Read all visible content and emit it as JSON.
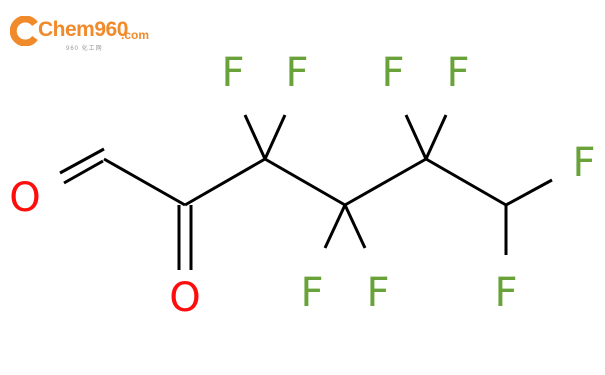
{
  "logo": {
    "main_text": "Chem960",
    "suffix_text": ".com",
    "sub_text": "960 化工网",
    "brand_color": "#f08a2a"
  },
  "molecule": {
    "colors": {
      "bond": "#000000",
      "oxygen": "#ff0d0d",
      "fluorine": "#6aa23a"
    },
    "atoms": [
      {
        "id": "o-aldehyde",
        "label": "O",
        "element": "oxygen"
      },
      {
        "id": "o-ketone",
        "label": "O",
        "element": "oxygen"
      },
      {
        "id": "f-c3-left",
        "label": "F",
        "element": "fluorine"
      },
      {
        "id": "f-c3-right",
        "label": "F",
        "element": "fluorine"
      },
      {
        "id": "f-c4-left",
        "label": "F",
        "element": "fluorine"
      },
      {
        "id": "f-c4-right",
        "label": "F",
        "element": "fluorine"
      },
      {
        "id": "f-c5-left",
        "label": "F",
        "element": "fluorine"
      },
      {
        "id": "f-c5-right",
        "label": "F",
        "element": "fluorine"
      },
      {
        "id": "f-c6-upper",
        "label": "F",
        "element": "fluorine"
      },
      {
        "id": "f-c6-lower",
        "label": "F",
        "element": "fluorine"
      }
    ]
  }
}
